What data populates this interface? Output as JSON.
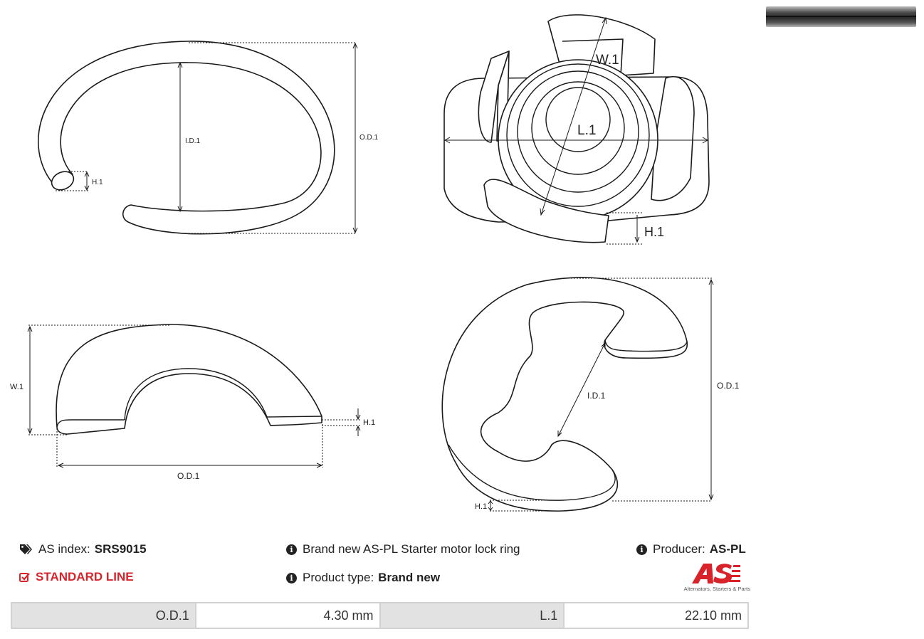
{
  "drawings": {
    "ring": {
      "id": "I.D.1",
      "od": "O.D.1",
      "h": "H.1"
    },
    "photo": {
      "w": "W.1",
      "l": "L.1",
      "h": "H.1"
    },
    "arc_side": {
      "w": "W.1",
      "h": "H.1",
      "od": "O.D.1"
    },
    "e_clip": {
      "id": "I.D.1",
      "od": "O.D.1",
      "h": "H.1"
    }
  },
  "info": {
    "as_index_label": "AS index:",
    "as_index_value": "SRS9015",
    "line_label": "STANDARD LINE",
    "description": "Brand new AS-PL Starter motor lock ring",
    "product_type_label": "Product type:",
    "product_type_value": "Brand new",
    "producer_label": "Producer:",
    "producer_value": "AS-PL"
  },
  "logo": {
    "tagline": "Alternators, Starters & Parts"
  },
  "specs": [
    {
      "key": "O.D.1",
      "value": "4.30 mm"
    },
    {
      "key": "L.1",
      "value": "22.10 mm"
    }
  ],
  "colors": {
    "accent": "#d9232b",
    "table_key_bg": "#e2e2e2",
    "table_border": "#d2d2d2"
  },
  "icons": [
    "tags-icon",
    "info-icon",
    "checkbox-icon",
    "logo-icon"
  ]
}
